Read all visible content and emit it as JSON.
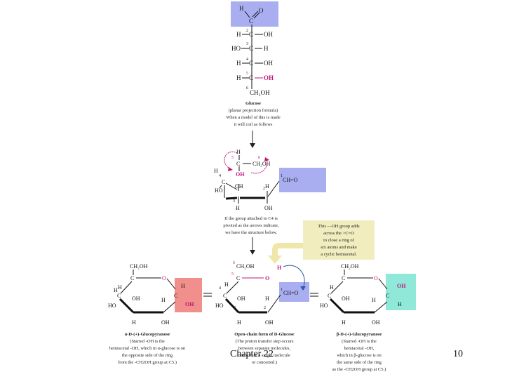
{
  "colors": {
    "blue_box": "#a9aef0",
    "red_box": "#f08f8c",
    "teal_box": "#8fe8d8",
    "note_box": "#f1edbf",
    "arrow": "#efe7a8",
    "magenta": "#c0157a",
    "ink": "#111111"
  },
  "atoms": {
    "H": "H",
    "C": "C",
    "O": "O",
    "OH": "OH",
    "HO": "HO",
    "CH2OH": "CH₂OH",
    "CHO": "CH=O"
  },
  "numbers": {
    "n1": "1",
    "n2": "2",
    "n3": "3",
    "n4": "4",
    "n5": "5",
    "n6": "6"
  },
  "top_caption": {
    "title": "Glucose",
    "line1": "(planar projection formula)",
    "line2": "When a model of this is made",
    "line3": "it will coil as follows"
  },
  "middle_caption": {
    "line1": "If the group attached to C4 is",
    "line2": "pivoted as the arrows indicate,",
    "line3": "we have the structure below."
  },
  "note": {
    "line1": "This —OH group adds",
    "line2": "across the >C=O",
    "line3": "to close a ring of",
    "line4": "six atoms and make",
    "line5": "a cyclic hemiacetal."
  },
  "captions": {
    "alpha": {
      "title": "α-D-(+)-Glucopyranose",
      "line1": "(Starred -OH is the",
      "line2": "hemiacetal -OH, which in α-glucose is on",
      "line3": "the opposite side of the ring",
      "line4": "from the -CH2OH group at C5.)"
    },
    "open": {
      "title": "Open-chain form of D-Glucose",
      "line1": "(The proton transfer step occurs",
      "line2": "between separate molecules,",
      "line3": "not within a single molecule",
      "line4": "or concerted.)"
    },
    "beta": {
      "title": "β-D-(+)-Glucopyranose",
      "line1": "(Starred -OH is the",
      "line2": "hemiacetal -OH,",
      "line3": "which in β-glucose is on",
      "line4": "the same side of the ring",
      "line5": "as the -CH2OH group at C5.)"
    }
  },
  "footer": {
    "chapter": "Chapter 22",
    "page": "10"
  }
}
